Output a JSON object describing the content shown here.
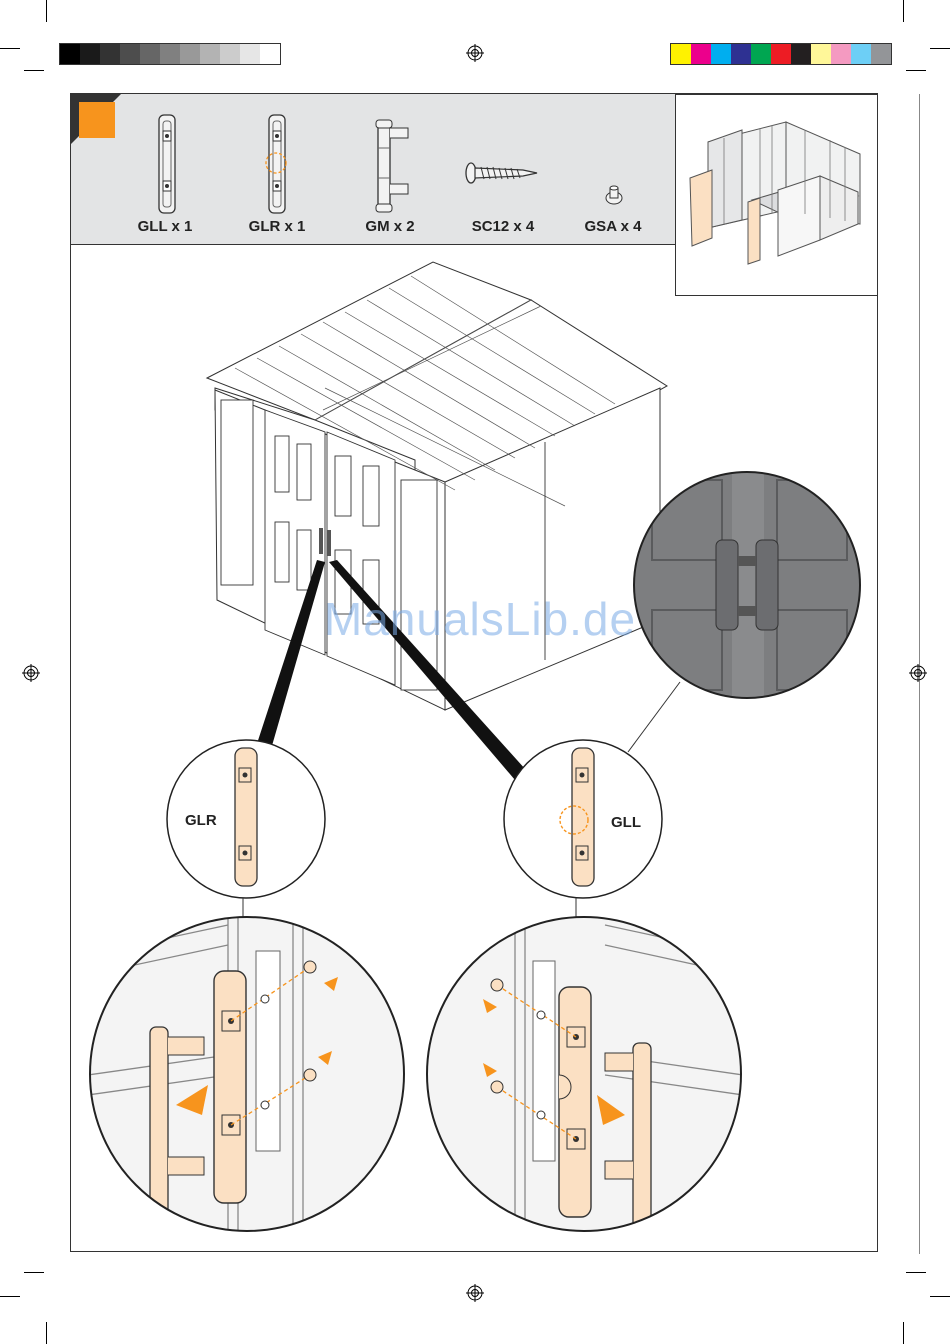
{
  "parts": [
    {
      "code_label": "GLL x 1",
      "icon": "gll-handle-icon"
    },
    {
      "code_label": "GLR x 1",
      "icon": "glr-handle-icon"
    },
    {
      "code_label": "GM x 2",
      "icon": "gm-hinge-icon"
    },
    {
      "code_label": "SC12 x 4",
      "icon": "sc12-screw-icon"
    },
    {
      "code_label": "GSA x 4",
      "icon": "gsa-spacer-icon"
    }
  ],
  "callouts": {
    "left_label": "GLR",
    "right_label": "GLL"
  },
  "watermark": "ManualsLib.de",
  "colors": {
    "accent_orange": "#f7941d",
    "part_fill": "#fbe0c3",
    "band_gray": "#e3e4e5",
    "line": "#333333",
    "watermark": "#78aae6"
  },
  "color_bars": {
    "grayscale": [
      "#000000",
      "#1a1a1a",
      "#333333",
      "#4d4d4d",
      "#666666",
      "#808080",
      "#999999",
      "#b3b3b3",
      "#cccccc",
      "#e6e6e6",
      "#ffffff"
    ],
    "process": [
      "#fff200",
      "#ec008c",
      "#00aeef",
      "#2e3192",
      "#00a651",
      "#ed1c24",
      "#231f20",
      "#fff799",
      "#f49ac1",
      "#6dcff6",
      "#939598"
    ]
  }
}
